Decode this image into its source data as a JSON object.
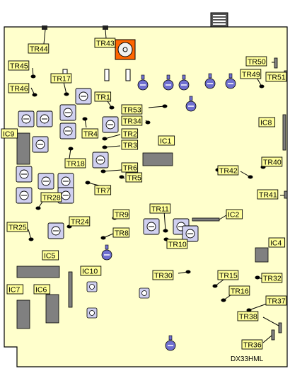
{
  "board": {
    "code": "DX33HML",
    "fill": "#ffffcc",
    "label_fill": "#ffff99",
    "chip_fill": "#808080",
    "pot_fill": "#d0d0f0",
    "trimmer_fill": "#7070d0",
    "orange": "#ff6600"
  },
  "labels": [
    {
      "id": "TR44",
      "text": "TR44"
    },
    {
      "id": "TR43",
      "text": "TR43"
    },
    {
      "id": "TR50",
      "text": "TR50"
    },
    {
      "id": "TR45",
      "text": "TR45"
    },
    {
      "id": "TR17",
      "text": "TR17"
    },
    {
      "id": "TR49",
      "text": "TR49"
    },
    {
      "id": "TR51",
      "text": "TR51"
    },
    {
      "id": "TR46",
      "text": "TR46"
    },
    {
      "id": "TR1",
      "text": "TR1"
    },
    {
      "id": "TR53",
      "text": "TR53"
    },
    {
      "id": "TR34",
      "text": "TR34"
    },
    {
      "id": "IC9",
      "text": "IC9"
    },
    {
      "id": "TR4",
      "text": "TR4"
    },
    {
      "id": "TR2",
      "text": "TR2"
    },
    {
      "id": "IC8",
      "text": "IC8"
    },
    {
      "id": "IC1",
      "text": "IC1"
    },
    {
      "id": "TR3",
      "text": "TR3"
    },
    {
      "id": "TR18",
      "text": "TR18"
    },
    {
      "id": "TR6",
      "text": "TR6"
    },
    {
      "id": "TR40",
      "text": "TR40"
    },
    {
      "id": "TR42",
      "text": "TR42"
    },
    {
      "id": "TR5",
      "text": "TR5"
    },
    {
      "id": "TR7",
      "text": "TR7"
    },
    {
      "id": "TR41",
      "text": "TR41"
    },
    {
      "id": "TR28",
      "text": "TR28"
    },
    {
      "id": "TR11",
      "text": "TR11"
    },
    {
      "id": "TR9",
      "text": "TR9"
    },
    {
      "id": "IC2",
      "text": "IC2"
    },
    {
      "id": "TR24",
      "text": "TR24"
    },
    {
      "id": "TR25",
      "text": "TR25"
    },
    {
      "id": "TR8",
      "text": "TR8"
    },
    {
      "id": "TR10",
      "text": "TR10"
    },
    {
      "id": "IC4",
      "text": "IC4"
    },
    {
      "id": "IC5",
      "text": "IC5"
    },
    {
      "id": "IC10",
      "text": "IC10"
    },
    {
      "id": "TR30",
      "text": "TR30"
    },
    {
      "id": "TR15",
      "text": "TR15"
    },
    {
      "id": "TR32",
      "text": "TR32"
    },
    {
      "id": "IC7",
      "text": "IC7"
    },
    {
      "id": "IC6",
      "text": "IC6"
    },
    {
      "id": "TR16",
      "text": "TR16"
    },
    {
      "id": "TR37",
      "text": "TR37"
    },
    {
      "id": "TR38",
      "text": "TR38"
    },
    {
      "id": "TR36",
      "text": "TR36"
    }
  ]
}
